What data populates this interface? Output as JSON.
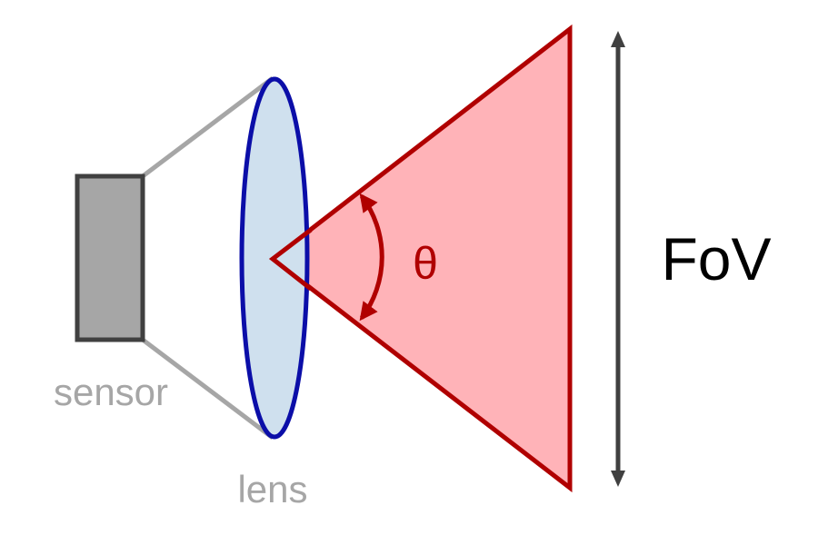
{
  "labels": {
    "sensor": "sensor",
    "lens": "lens",
    "angle": "θ",
    "fov": "FoV"
  },
  "colors": {
    "background": "#ffffff",
    "sensor_fill": "#a6a6a6",
    "sensor_stroke": "#404040",
    "sensor_text": "#a6a6a6",
    "ray_lines": "#a6a6a6",
    "lens_fill": "#cfe0ee",
    "lens_stroke": "#0b0ea8",
    "cone_fill": "#ffb3b8",
    "cone_stroke": "#b00000",
    "angle_color": "#b00000",
    "fov_arrow": "#404040",
    "fov_text": "#000000"
  }
}
